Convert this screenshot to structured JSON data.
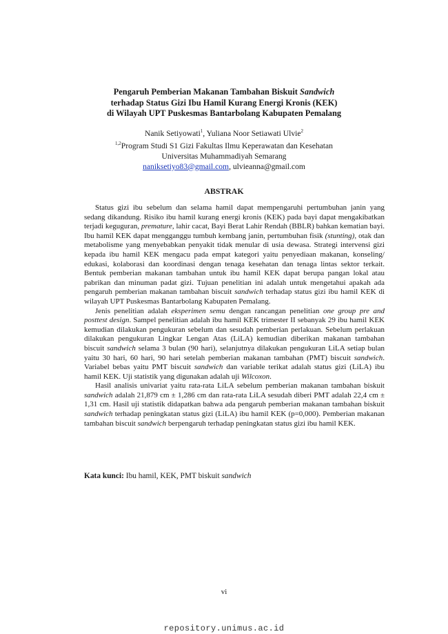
{
  "title_lines": [
    {
      "pre": "Pengaruh Pemberian Makanan Tambahan Biskuit ",
      "it": "Sandwich",
      "post": ""
    },
    {
      "pre": "terhadap Status Gizi Ibu Hamil Kurang Energi Kronis (KEK)",
      "it": "",
      "post": ""
    },
    {
      "pre": "di Wilayah UPT Puskesmas Bantarbolang Kabupaten Pemalang",
      "it": "",
      "post": ""
    }
  ],
  "authors": {
    "author1": "Nanik Setiyowati",
    "author1_sup": "1",
    "separator": ", ",
    "author2": "Yuliana Noor Setiawati Ulvie",
    "author2_sup": "2",
    "affil_sup": "1,2",
    "affiliation1": "Program Studi S1 Gizi Fakultas Ilmu Keperawatan dan Kesehatan",
    "affiliation2": "Universitas Muhammadiyah Semarang",
    "email1": "naniksetiyo83@gmail.com",
    "email_sep": ", ",
    "email2": "ulvieanna@gmail.com"
  },
  "abstract_heading": "ABSTRAK",
  "paragraphs": [
    [
      {
        "t": "Status gizi ibu sebelum dan selama hamil dapat mempengaruhi pertumbuhan janin yang sedang dikandung. Risiko ibu hamil kurang energi kronis (KEK) pada bayi dapat mengakibatkan terjadi keguguran, "
      },
      {
        "t": "premature",
        "i": true
      },
      {
        "t": ", lahir cacat, Bayi Berat Lahir Rendah (BBLR) bahkan kematian bayi. Ibu hamil KEK dapat mengganggu tumbuh kembang janin, pertumbuhan fisik "
      },
      {
        "t": "(stunting),",
        "i": true
      },
      {
        "t": " otak dan metabolisme yang menyebabkan penyakit tidak menular di usia dewasa. Strategi intervensi gizi kepada ibu hamil KEK mengacu pada empat kategori yaitu penyediaan makanan, konseling/ edukasi, kolaborasi dan koordinasi dengan tenaga kesehatan dan tenaga lintas sektor terkait. Bentuk pemberian makanan tambahan untuk ibu hamil KEK dapat berupa pangan lokal atau pabrikan dan minuman padat gizi. Tujuan penelitian ini adalah untuk mengetahui apakah ada pengaruh pemberian makanan tambahan biscuit "
      },
      {
        "t": "sandwich",
        "i": true
      },
      {
        "t": " terhadap status gizi ibu hamil KEK di wilayah UPT Puskesmas Bantarbolang Kabupaten Pemalang."
      }
    ],
    [
      {
        "t": "Jenis penelitian adalah "
      },
      {
        "t": "eksperimen semu",
        "i": true
      },
      {
        "t": " dengan rancangan penelitian "
      },
      {
        "t": "one group pre and posttest design",
        "i": true
      },
      {
        "t": ". Sampel penelitian adalah ibu hamil KEK trimester II sebanyak 29 ibu hamil KEK kemudian dilakukan pengukuran sebelum dan sesudah pemberian perlakuan. Sebelum perlakuan dilakukan pengukuran Lingkar Lengan Atas (LiLA) kemudian diberikan makanan tambahan biscuit "
      },
      {
        "t": "sandwich",
        "i": true
      },
      {
        "t": " selama 3 bulan (90 hari), selanjutnya dilakukan pengukuran LiLA setiap bulan yaitu 30 hari, 60 hari, 90 hari setelah pemberian makanan tambahan (PMT) biscuit "
      },
      {
        "t": "sandwich",
        "i": true
      },
      {
        "t": ". Variabel bebas yaitu PMT biscuit "
      },
      {
        "t": "sandwich",
        "i": true
      },
      {
        "t": " dan variable terikat adalah status gizi (LiLA) ibu hamil KEK. Uji statistik yang digunakan adalah uji "
      },
      {
        "t": "Wilcoxon",
        "i": true
      },
      {
        "t": "."
      }
    ],
    [
      {
        "t": "Hasil analisis univariat yaitu rata-rata LiLA sebelum pemberian makanan tambahan biskuit "
      },
      {
        "t": "sandwich",
        "i": true
      },
      {
        "t": " adalah 21,879 cm ± 1,286 cm dan rata-rata LiLA sesudah diberi PMT adalah 22,4 cm ± 1,31 cm. Hasil uji statistik didapatkan bahwa ada pengaruh pemberian makanan tambahan biskuit "
      },
      {
        "t": "sandwich",
        "i": true
      },
      {
        "t": " terhadap peningkatan status gizi (LiLA) ibu hamil KEK (p=0,000). Pemberian makanan tambahan biscuit "
      },
      {
        "t": "sandwich",
        "i": true
      },
      {
        "t": " berpengaruh terhadap peningkatan status gizi ibu hamil KEK."
      }
    ]
  ],
  "keywords": {
    "label": "Kata kunci:",
    "text": " Ibu hamil, KEK, PMT biskuit ",
    "italic": "sandwich"
  },
  "page_number": "vi",
  "footer_url": "repository.unimus.ac.id"
}
